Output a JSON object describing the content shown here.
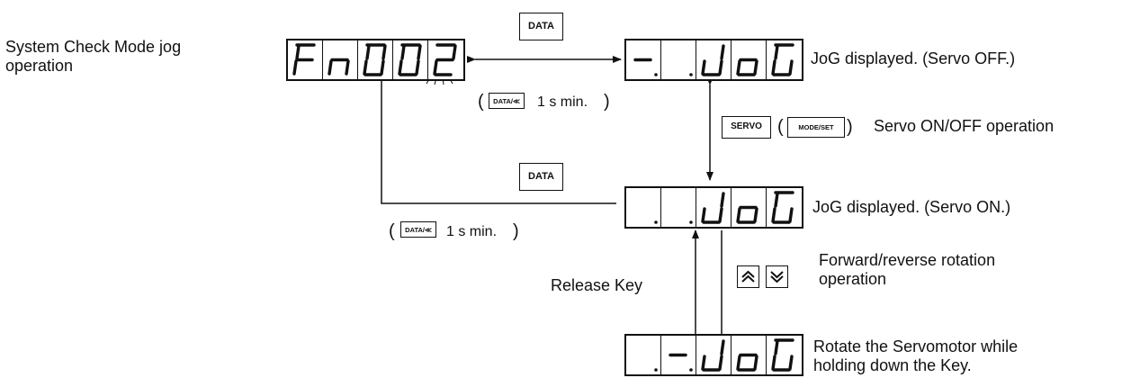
{
  "title": {
    "line1": "System Check Mode jog",
    "line2": "operation"
  },
  "displays": {
    "fn002": [
      "F",
      "n",
      "0",
      "0",
      "2"
    ],
    "jog_servo_off": [
      "-.",
      ".",
      "J",
      "o",
      "G"
    ],
    "jog_servo_on": [
      ".",
      ".",
      "J",
      "o",
      "G"
    ],
    "jog_rotate": [
      ".",
      "-.",
      "J",
      "o",
      "G"
    ]
  },
  "keys": {
    "data_top": "DATA",
    "data_mid": "DATA",
    "servo": "SERVO",
    "mode_set": "MODE/SET",
    "data_shift_1": "DATA/≪",
    "data_shift_2": "DATA/≪",
    "up_icon": "up-arrow-key-icon",
    "down_icon": "down-arrow-key-icon"
  },
  "labels": {
    "hold_1": "1 s min.",
    "hold_2": "1 s min.",
    "servo_off_note": "JoG displayed. (Servo OFF.)",
    "servo_toggle_note": "Servo ON/OFF operation",
    "servo_on_note": "JoG displayed. (Servo ON.)",
    "release_key": "Release Key",
    "fwd_rev_line1": "Forward/reverse rotation",
    "fwd_rev_line2": "operation",
    "rotate_line1": "Rotate the Servomotor while",
    "rotate_line2": "holding down the Key."
  }
}
